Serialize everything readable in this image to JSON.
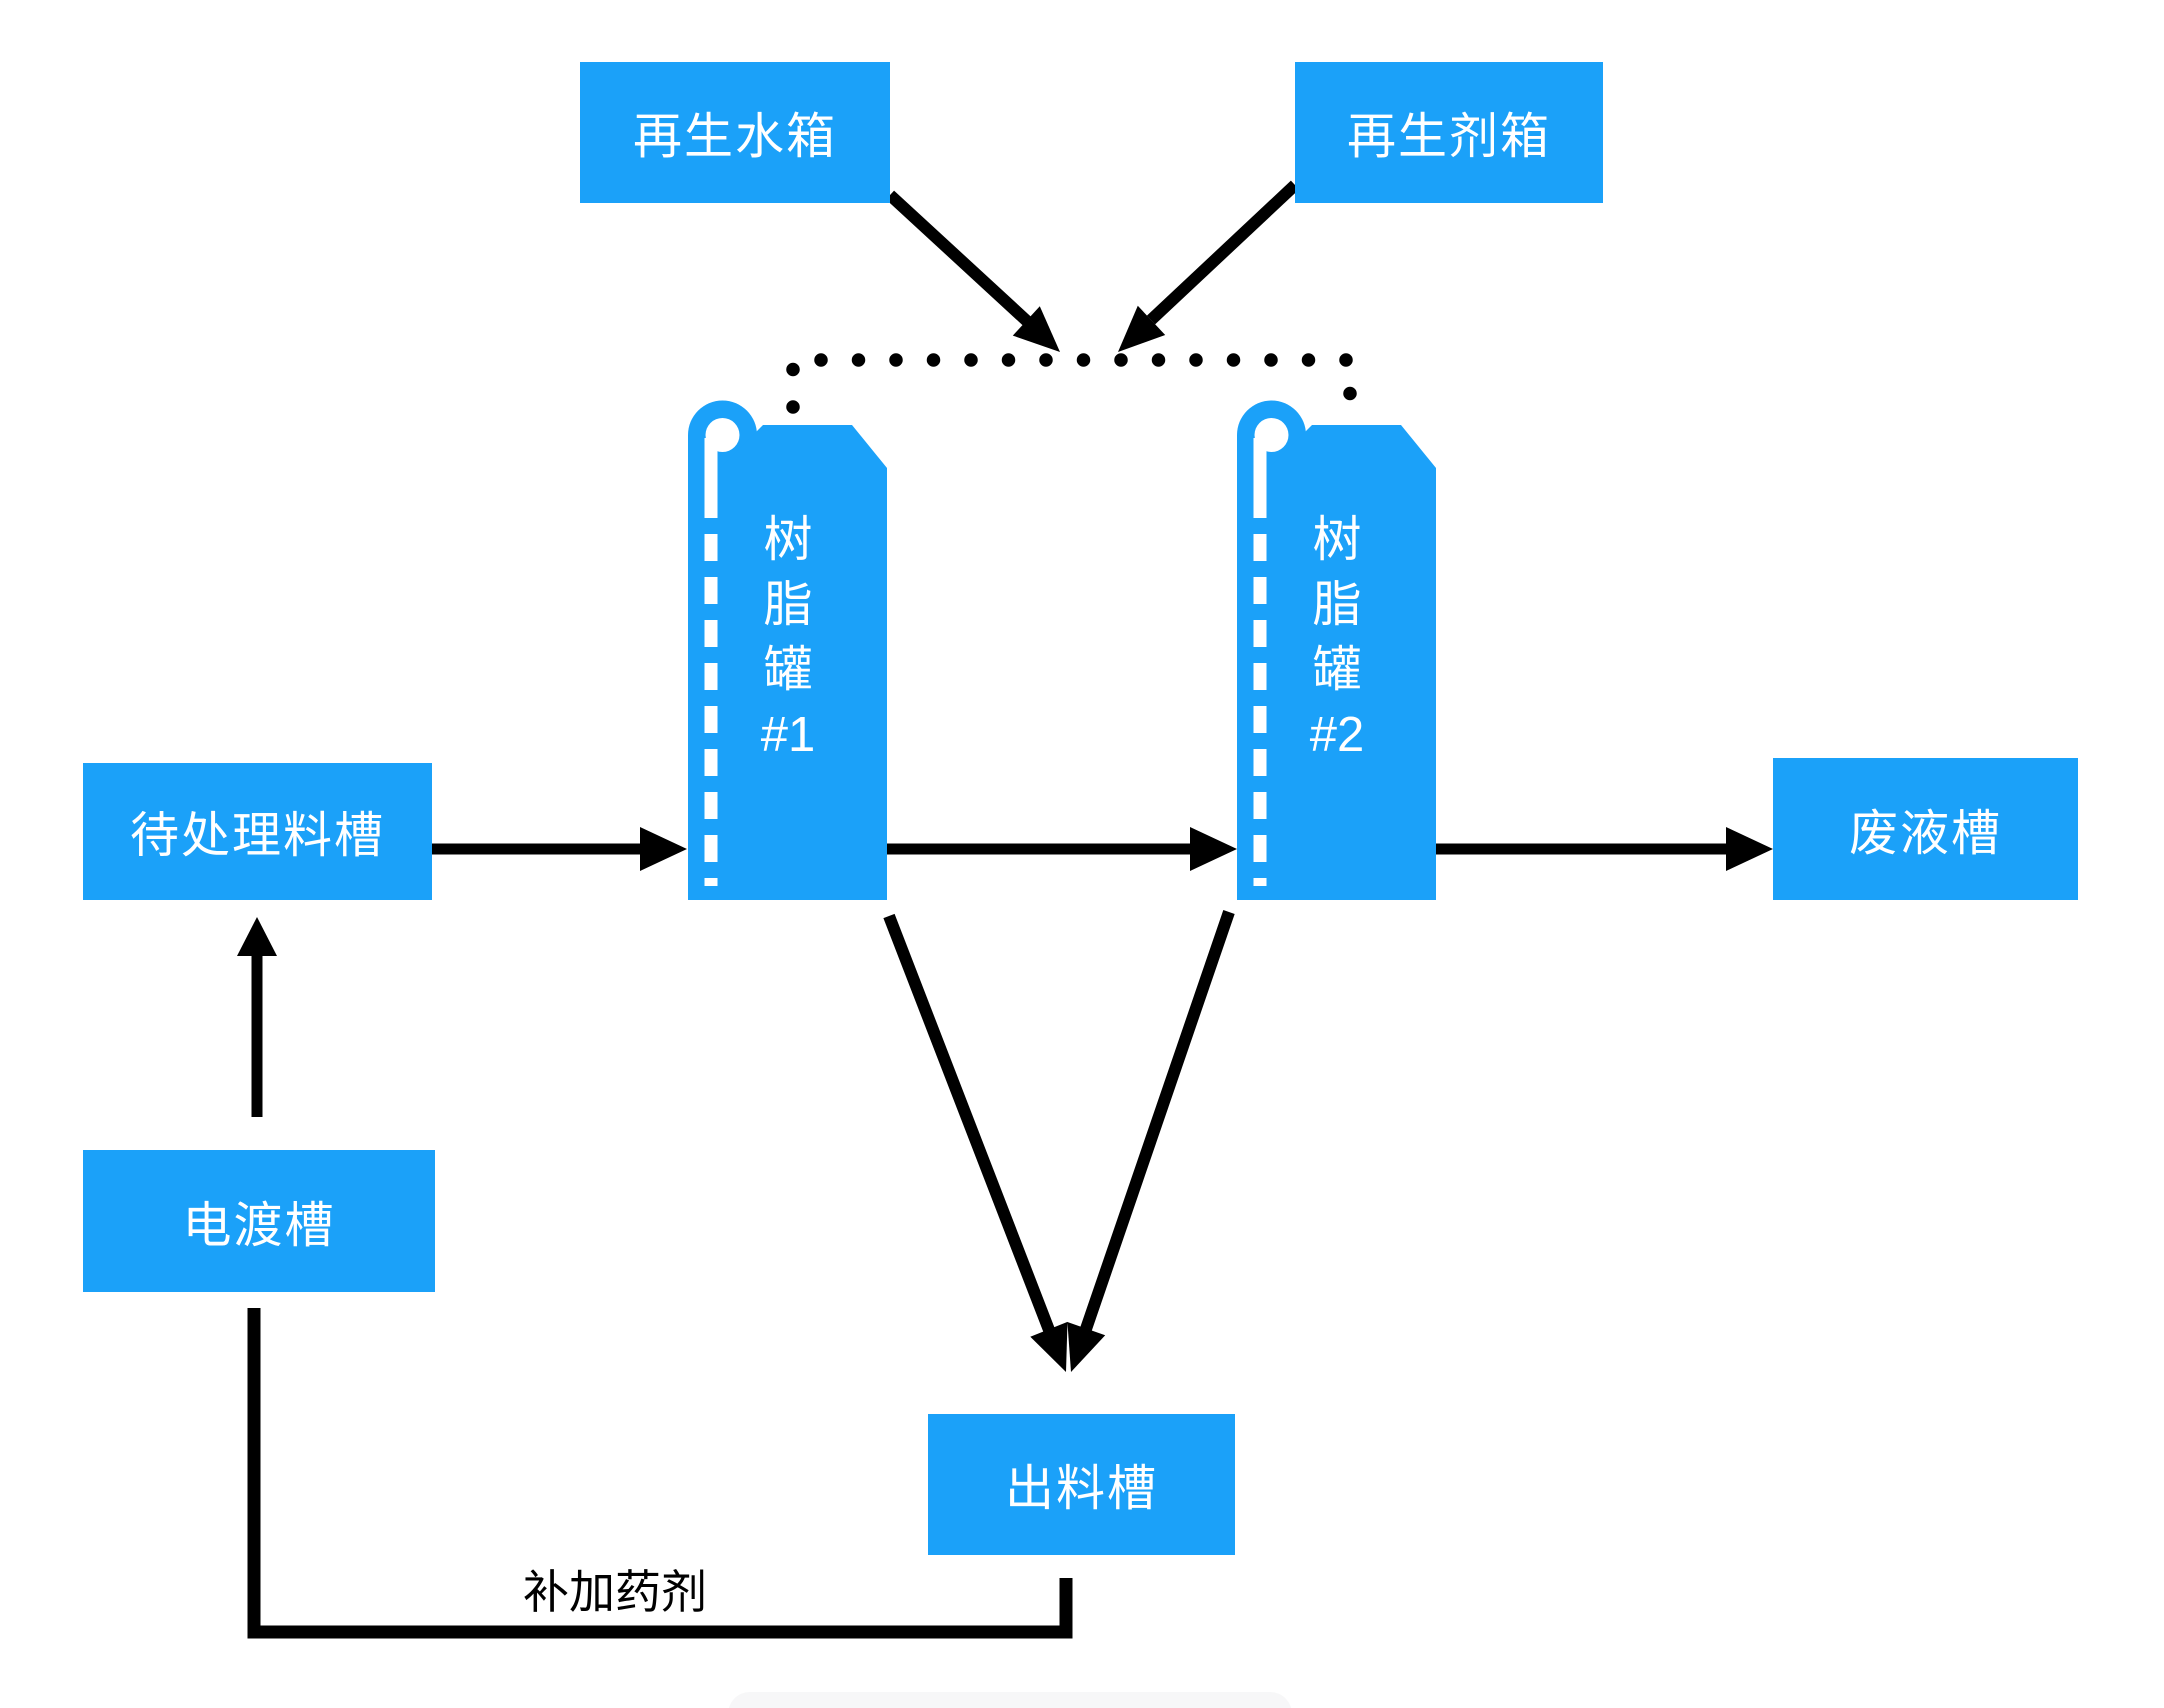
{
  "diagram": {
    "title": "resin-treatment-process-flow",
    "nodes": {
      "regen_water_tank": {
        "label": "再生水箱"
      },
      "regen_agent_tank": {
        "label": "再生剂箱"
      },
      "resin_tank_1": {
        "label": "树\n脂\n罐\n#1"
      },
      "resin_tank_2": {
        "label": "树\n脂\n罐\n#2"
      },
      "feed_tank": {
        "label": "待处理料槽"
      },
      "plating_tank": {
        "label": "电渡槽"
      },
      "waste_tank": {
        "label": "废液槽"
      },
      "output_tank": {
        "label": "出料槽"
      }
    },
    "edge_labels": {
      "supplement_chemicals": "补加药剂"
    },
    "colors": {
      "node_fill": "#1ba1f9",
      "node_text": "#ffffff",
      "line": "#000000",
      "background": "#ffffff"
    }
  }
}
